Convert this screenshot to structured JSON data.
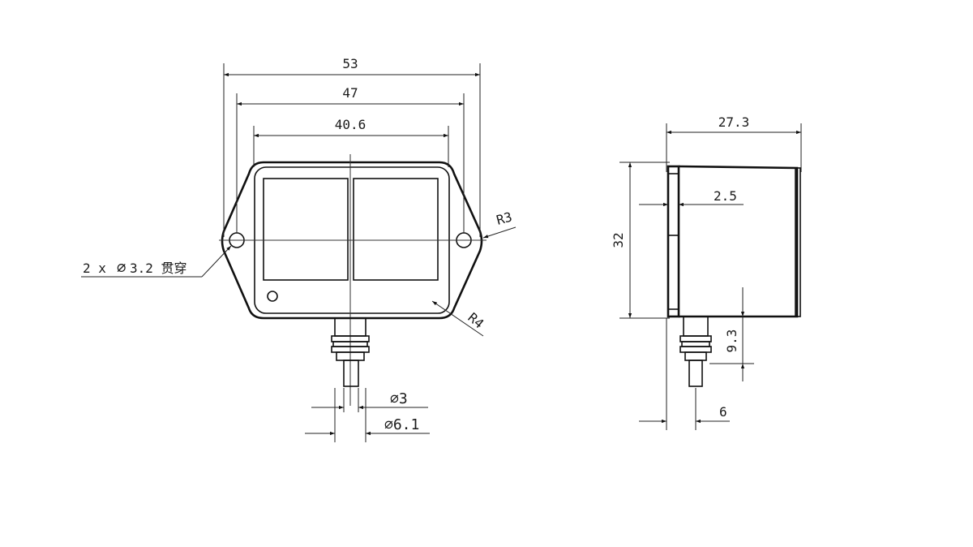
{
  "front_view": {
    "dim_overall_width": "53",
    "dim_hole_spacing": "47",
    "dim_body_width": "40.6",
    "dim_radius_ear": "R3",
    "dim_radius_corner": "R4",
    "dim_holes_note": "2 x ",
    "dim_holes_symbol": "∅",
    "dim_holes_value": "3.2 贯穿",
    "dim_cable_inner": "∅3",
    "dim_cable_outer": "∅6.1"
  },
  "side_view": {
    "dim_depth": "27.3",
    "dim_flange": "2.5",
    "dim_height": "32",
    "dim_gland_length": "9.3",
    "dim_gland_offset": "6"
  }
}
